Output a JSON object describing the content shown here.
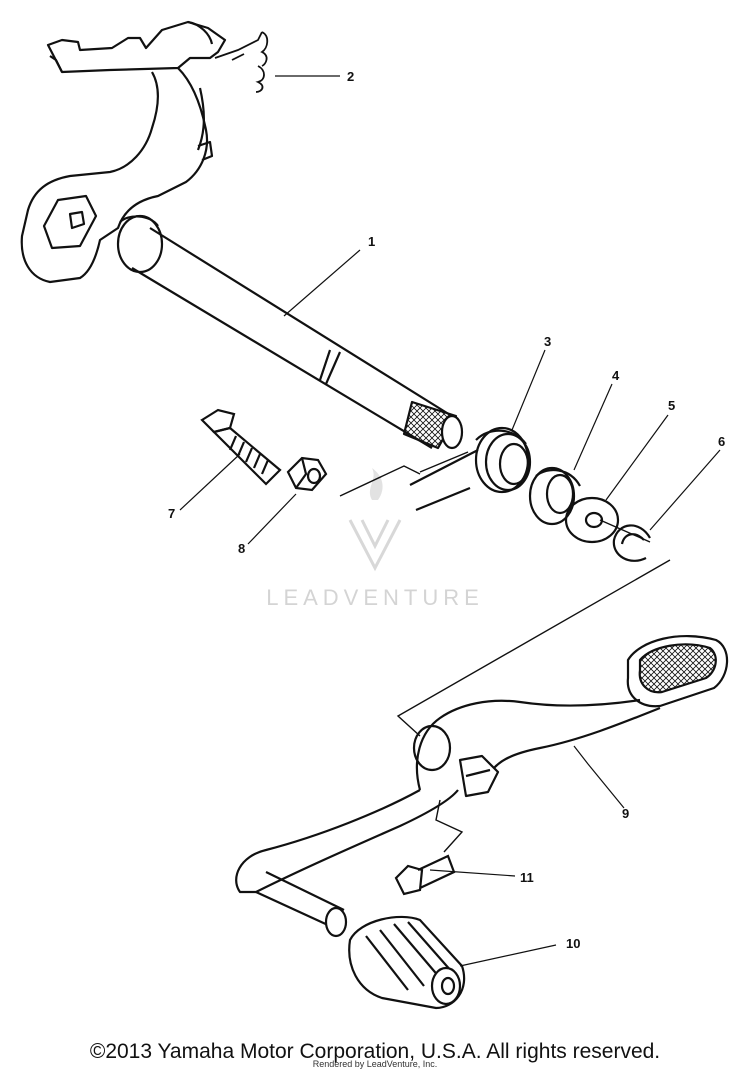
{
  "callouts": {
    "c1": "1",
    "c2": "2",
    "c3": "3",
    "c4": "4",
    "c5": "5",
    "c6": "6",
    "c7": "7",
    "c8": "8",
    "c9": "9",
    "c10": "10",
    "c11": "11"
  },
  "watermark": {
    "text": "LEADVENTURE"
  },
  "footer": {
    "copyright": "©2013 Yamaha Motor Corporation, U.S.A. All rights reserved.",
    "rendered_by": "Rendered by LeadVenture, Inc."
  },
  "colors": {
    "ink": "#111111",
    "watermark": "#d4d4d4",
    "background": "#ffffff"
  }
}
